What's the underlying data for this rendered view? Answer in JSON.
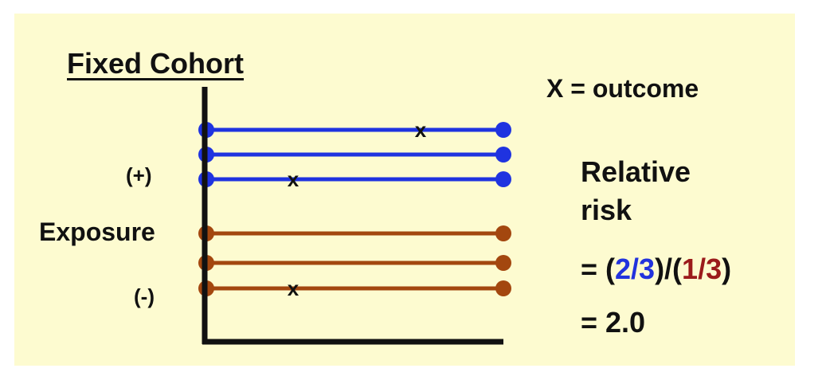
{
  "title": "Fixed Cohort",
  "legend": "X = outcome",
  "exposure_label": "Exposure",
  "exposed_label": "(+)",
  "unexposed_label": "(-)",
  "outcome_marker": "X",
  "relative_risk": {
    "line1": "Relative",
    "line2": "risk",
    "eq_prefix": "= (",
    "exposed_fraction": "2/3",
    "eq_middle": ")/(",
    "unexposed_fraction": "1/3",
    "eq_suffix": ")",
    "result": "= 2.0"
  },
  "colors": {
    "background": "#fdfbd0",
    "exposed": "#1f33e0",
    "unexposed": "#a3470f",
    "axis": "#111111",
    "exposed_fraction_text": "#2233dd",
    "unexposed_fraction_text": "#9b1b1b"
  },
  "groups": [
    {
      "group": "exposed",
      "subjects": [
        {
          "outcome": true
        },
        {
          "outcome": false
        },
        {
          "outcome": true
        }
      ]
    },
    {
      "group": "unexposed",
      "subjects": [
        {
          "outcome": false
        },
        {
          "outcome": false
        },
        {
          "outcome": true
        }
      ]
    }
  ]
}
